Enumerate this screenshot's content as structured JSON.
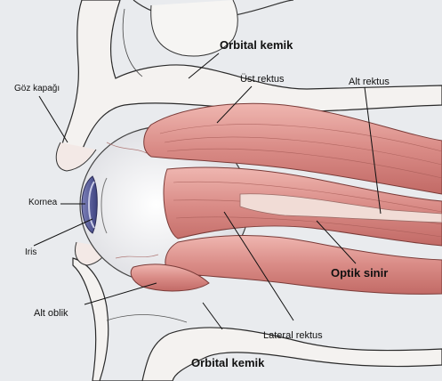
{
  "labels": {
    "orbital_kemik_top": "Orbital kemik",
    "ust_rektus": "Üst rektus",
    "alt_rektus": "Alt rektus",
    "goz_kapagi": "Göz kapağı",
    "kornea": "Kornea",
    "iris": "Iris",
    "optik_sinir": "Optik sinir",
    "alt_oblik": "Alt oblik",
    "lateral_rektus": "Lateral rektus",
    "orbital_kemik_bottom": "Orbital kemik"
  },
  "colors": {
    "muscle": "#d98b86",
    "muscle_dark": "#c26a66",
    "muscle_light": "#efb6b0",
    "bone": "#f4f2f0",
    "eye": "#f1f1f3",
    "cornea": "#5b5f9c",
    "background": "#e9ebee",
    "leader": "#111111"
  }
}
